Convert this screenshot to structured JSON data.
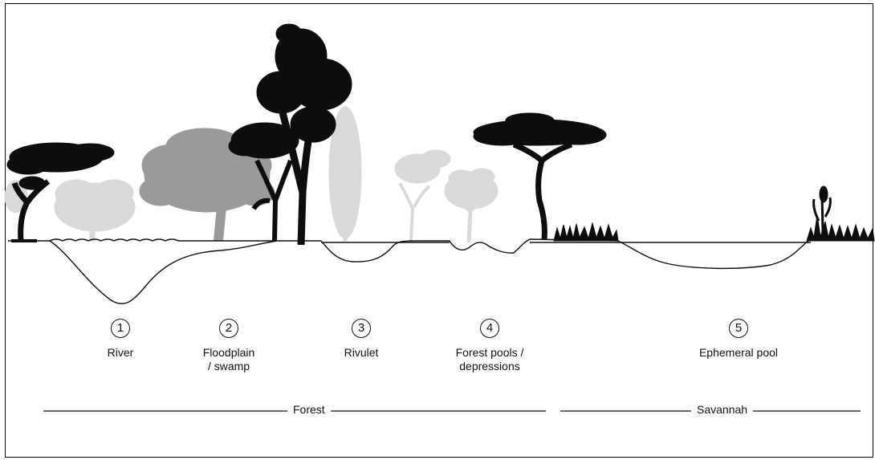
{
  "habitats": [
    {
      "id": "river",
      "number": "1",
      "label": "River"
    },
    {
      "id": "floodplain",
      "number": "2",
      "label": "Floodplain\n/ swamp"
    },
    {
      "id": "rivulet",
      "number": "3",
      "label": "Rivulet"
    },
    {
      "id": "forest-pools",
      "number": "4",
      "label": "Forest pools /\ndepressions"
    },
    {
      "id": "ephemeral-pool",
      "number": "5",
      "label": "Ephemeral pool"
    }
  ],
  "zones": {
    "forest": "Forest",
    "savannah": "Savannah"
  },
  "colors": {
    "silhouette_dark": "#0d0d0d",
    "silhouette_mid": "#999999",
    "silhouette_light": "#d6d6d6",
    "line": "#111111"
  }
}
